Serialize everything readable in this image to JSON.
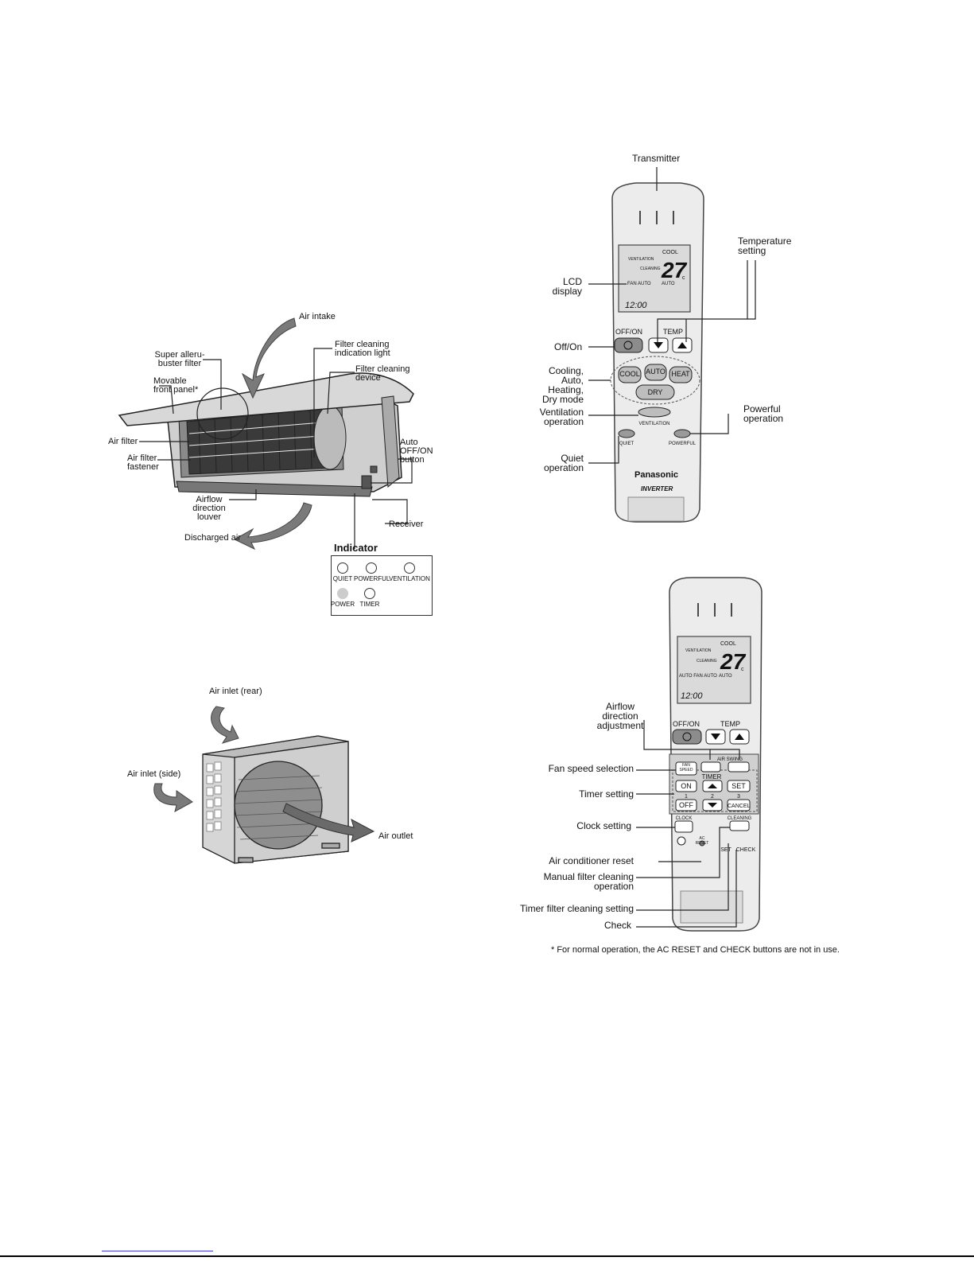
{
  "indoor_unit": {
    "labels": {
      "air_intake": "Air intake",
      "super_filter": "Super alleru-\nbuster filter",
      "movable_panel": "Movable\nfront panel*",
      "air_filter": "Air filter",
      "air_filter_fastener": "Air filter\nfastener",
      "filter_indication_light": "Filter cleaning\nindication light",
      "filter_cleaning_device": "Filter cleaning\ndevice",
      "auto_off_on": "Auto\nOFF/ON\nbutton",
      "airflow_louver": "Airflow\ndirection\nlouver",
      "receiver": "Receiver",
      "discharged_air": "Discharged air"
    },
    "indicator": {
      "title": "Indicator",
      "items": [
        "QUIET",
        "POWERFUL",
        "VENTILATION",
        "POWER",
        "TIMER"
      ]
    }
  },
  "outdoor_unit": {
    "labels": {
      "air_inlet_rear": "Air inlet (rear)",
      "air_inlet_side": "Air inlet (side)",
      "air_outlet": "Air outlet"
    }
  },
  "remote_front": {
    "labels": {
      "transmitter": "Transmitter",
      "temperature_setting": "Temperature\nsetting",
      "lcd_display": "LCD\ndisplay",
      "off_on": "Off/On",
      "mode": "Cooling,\nAuto,\nHeating,\nDry mode",
      "ventilation_operation": "Ventilation\noperation",
      "powerful_operation": "Powerful\noperation",
      "quiet_operation": "Quiet\noperation"
    },
    "lcd": {
      "mode": "COOL",
      "ventilation": "VENTILATION",
      "cleaning": "CLEANING",
      "temperature": "27",
      "unit": "c",
      "fan": "FAN  AUTO",
      "swing": "AUTO",
      "clock": "12:00"
    },
    "buttons": {
      "off_on": "OFF/ON",
      "temp": "TEMP",
      "cool": "COOL",
      "auto": "AUTO",
      "heat": "HEAT",
      "dry": "DRY",
      "ventilation": "VENTILATION",
      "quiet": "QUIET",
      "powerful": "POWERFUL"
    },
    "brand": "Panasonic",
    "sub_brand": "INVERTER"
  },
  "remote_inner": {
    "labels": {
      "airflow_adjustment": "Airflow\ndirection\nadjustment",
      "fan_speed": "Fan speed selection",
      "timer_setting": "Timer setting",
      "clock_setting": "Clock setting",
      "ac_reset": "Air conditioner reset",
      "manual_filter": "Manual filter cleaning\noperation",
      "timer_filter": "Timer filter cleaning setting",
      "check": "Check"
    },
    "lcd": {
      "mode": "COOL",
      "ventilation": "VENTILATION",
      "cleaning": "CLEANING",
      "temperature": "27",
      "unit": "c",
      "fan": "AUTO FAN  AUTO",
      "swing": "AUTO",
      "clock": "12:00"
    },
    "buttons": {
      "off_on": "OFF/ON",
      "temp": "TEMP",
      "air_swing": "AIR SWING",
      "fan_speed": "FAN\nSPEED",
      "timer": "TIMER",
      "on": "ON",
      "set": "SET",
      "off": "OFF",
      "cancel": "CANCEL",
      "num1": "1",
      "num2": "2",
      "num3": "3",
      "clock": "CLOCK",
      "cleaning": "CLEANING",
      "ac_reset": "AC\nRESET",
      "set2": "SET",
      "check": "CHECK"
    },
    "footnote": "* For normal operation, the AC RESET and CHECK buttons are not in use."
  }
}
